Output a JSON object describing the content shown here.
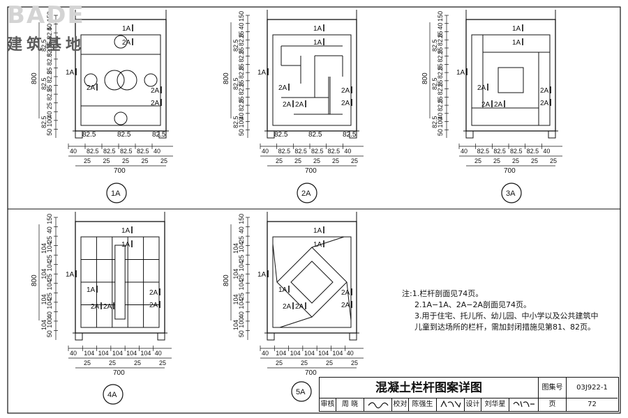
{
  "logo": {
    "brand": "BADE",
    "subtitle": "建筑基地"
  },
  "panels": [
    {
      "id": "1A",
      "pattern_name": "1A",
      "marks": [
        "1A",
        "1A",
        "2A",
        "2A",
        "2A",
        "2A"
      ],
      "bottom_top_dims": [
        "82.5",
        "82.5",
        "82.5"
      ],
      "bottom_row": [
        "40",
        "82.5",
        "82.5",
        "82.5",
        "82.5",
        "40"
      ],
      "bottom_small": [
        "25",
        "25",
        "25",
        "25",
        "25"
      ],
      "total_width": "700",
      "total_height": "800",
      "left_inner": [
        "150",
        "40",
        "82.5",
        "25",
        "82.5",
        "82.5",
        "25",
        "82.5",
        "25",
        "82.5",
        "25",
        "40",
        "100",
        "50"
      ],
      "left_mid": [
        "82.5",
        "82.5",
        "82.5"
      ]
    },
    {
      "id": "2A",
      "pattern_name": "2A",
      "marks": [
        "1A",
        "1A",
        "1A",
        "2A",
        "2A",
        "2A",
        "2A",
        "2A"
      ],
      "bottom_top_dims": [
        "82.5",
        "82.5",
        "82.5"
      ],
      "bottom_row": [
        "40",
        "82.5",
        "82.5",
        "82.5",
        "82.5",
        "40"
      ],
      "bottom_small": [
        "25",
        "25",
        "25",
        "25",
        "25"
      ],
      "total_width": "700",
      "total_height": "800",
      "left_inner": [
        "150",
        "40",
        "25",
        "82.5",
        "25",
        "82.5",
        "25",
        "82.5",
        "25",
        "82.5",
        "25",
        "82.5",
        "40",
        "100",
        "50"
      ],
      "left_mid": [
        "82.5",
        "82.5",
        "82.5"
      ]
    },
    {
      "id": "3A",
      "pattern_name": "3A",
      "marks": [
        "1A",
        "1A",
        "1A",
        "2A",
        "2A",
        "2A",
        "2A",
        "2A"
      ],
      "bottom_top_dims": [],
      "bottom_row": [
        "40",
        "82.5",
        "82.5",
        "82.5",
        "82.5",
        "40"
      ],
      "bottom_small": [
        "25",
        "25",
        "25",
        "25",
        "25"
      ],
      "total_width": "700",
      "total_height": "800",
      "left_inner": [
        "150",
        "40",
        "25",
        "82.5",
        "25",
        "82.5",
        "25",
        "82.5",
        "25",
        "82.5",
        "25",
        "82.5",
        "40",
        "100",
        "50"
      ],
      "left_mid": [
        "82.5",
        "82.5",
        "82.5"
      ]
    },
    {
      "id": "4A",
      "pattern_name": "4A",
      "marks": [
        "1A",
        "1A",
        "1A",
        "1A",
        "2A",
        "2A",
        "2A",
        "2A"
      ],
      "bottom_top_dims": [],
      "bottom_row": [
        "40",
        "104",
        "104",
        "104",
        "104",
        "104",
        "40"
      ],
      "bottom_small": [
        "25",
        "25",
        "25",
        "25"
      ],
      "total_width": "700",
      "total_height": "800",
      "left_inner": [
        "150",
        "40",
        "25",
        "104",
        "25",
        "104",
        "25",
        "104",
        "25",
        "104",
        "40",
        "100",
        "50"
      ],
      "left_mid": [
        "104",
        "104",
        "104",
        "104"
      ]
    },
    {
      "id": "5A",
      "pattern_name": "5A",
      "marks": [
        "1A",
        "1A",
        "1A",
        "1A",
        "2A",
        "2A",
        "2A",
        "2A"
      ],
      "bottom_top_dims": [],
      "bottom_row": [
        "40",
        "104",
        "104",
        "104",
        "104",
        "104",
        "40"
      ],
      "bottom_small": [
        "25",
        "25",
        "25",
        "25"
      ],
      "total_width": "700",
      "total_height": "800",
      "left_inner": [
        "150",
        "40",
        "25",
        "104",
        "25",
        "104",
        "25",
        "104",
        "25",
        "104",
        "40",
        "100",
        "50"
      ],
      "left_mid": [
        "104",
        "104",
        "104",
        "104"
      ]
    }
  ],
  "notes": {
    "heading": "注:",
    "items": [
      "1.栏杆剖面见74页。",
      "2.1A−1A、2A−2A剖面见74页。",
      "3.用于住宅、托儿所、幼儿园、中小学以及公共建筑中",
      "儿童到达场所的栏杆，需加封闭措施见第81、82页。"
    ]
  },
  "title_block": {
    "title": "混凝土栏杆图案详图",
    "set_no_label": "图集号",
    "set_no": "03J922-1",
    "review_label": "审核",
    "reviewer": "周 晓",
    "reviewer_sig": "周晓",
    "check_label": "校对",
    "checker": "陈强生",
    "checker_sig": "陈强生",
    "design_label": "设计",
    "designer": "刘华星",
    "designer_sig": "刘华星",
    "page_label": "页",
    "page_no": "72"
  }
}
